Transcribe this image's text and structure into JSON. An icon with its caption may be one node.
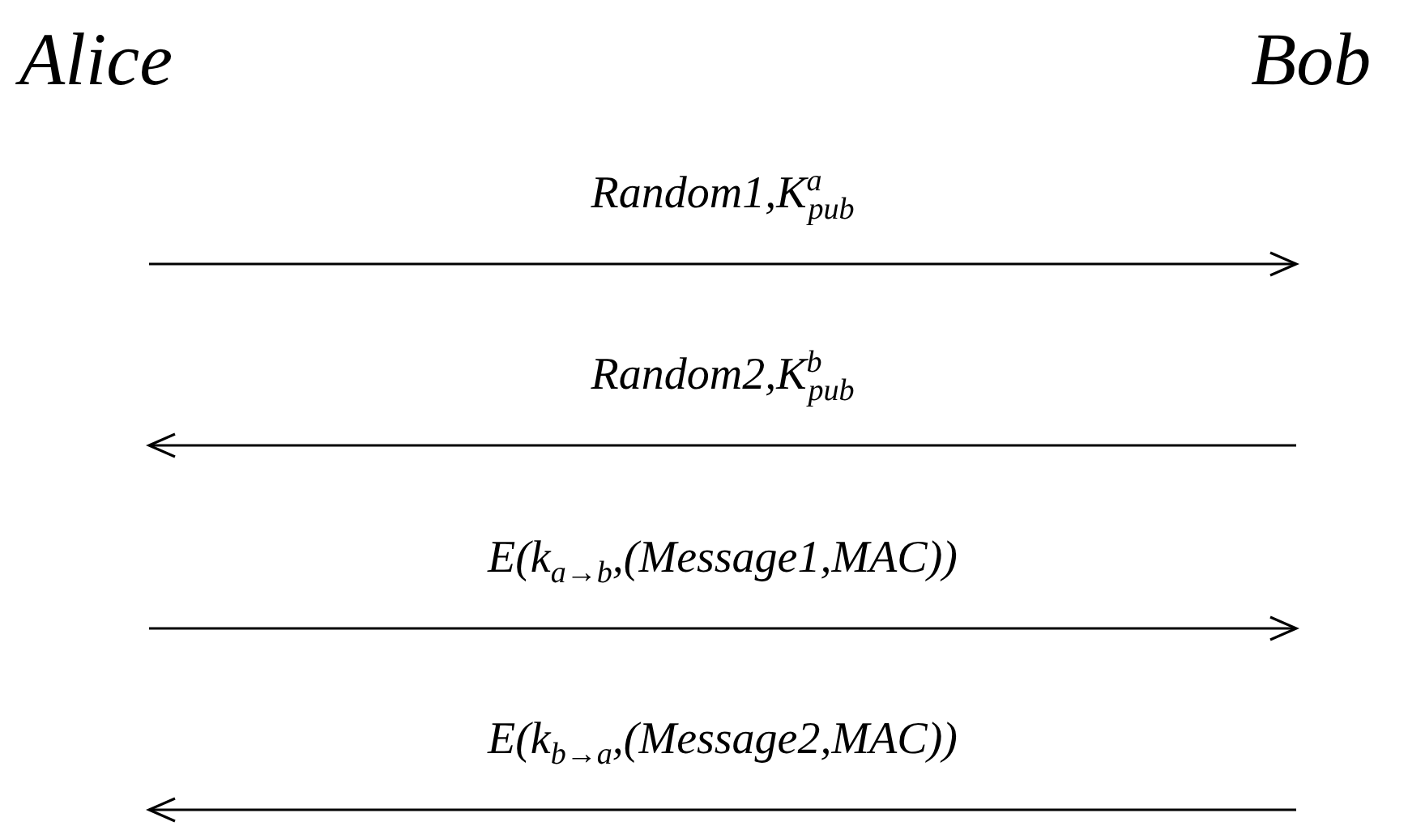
{
  "diagram": {
    "nodes": [
      {
        "text": [
          "Alice"
        ]
      },
      {
        "text": [
          "Bob"
        ]
      }
    ],
    "labels": [
      "Random1,K$^{a}$$_{pub}$",
      "Random2,K$^{b}$$_{pub}$",
      "E(k$_{a→b}$,(Message1,MAC))",
      "E(k$_{b→a}$,(Message2,MAC))"
    ]
  }
}
